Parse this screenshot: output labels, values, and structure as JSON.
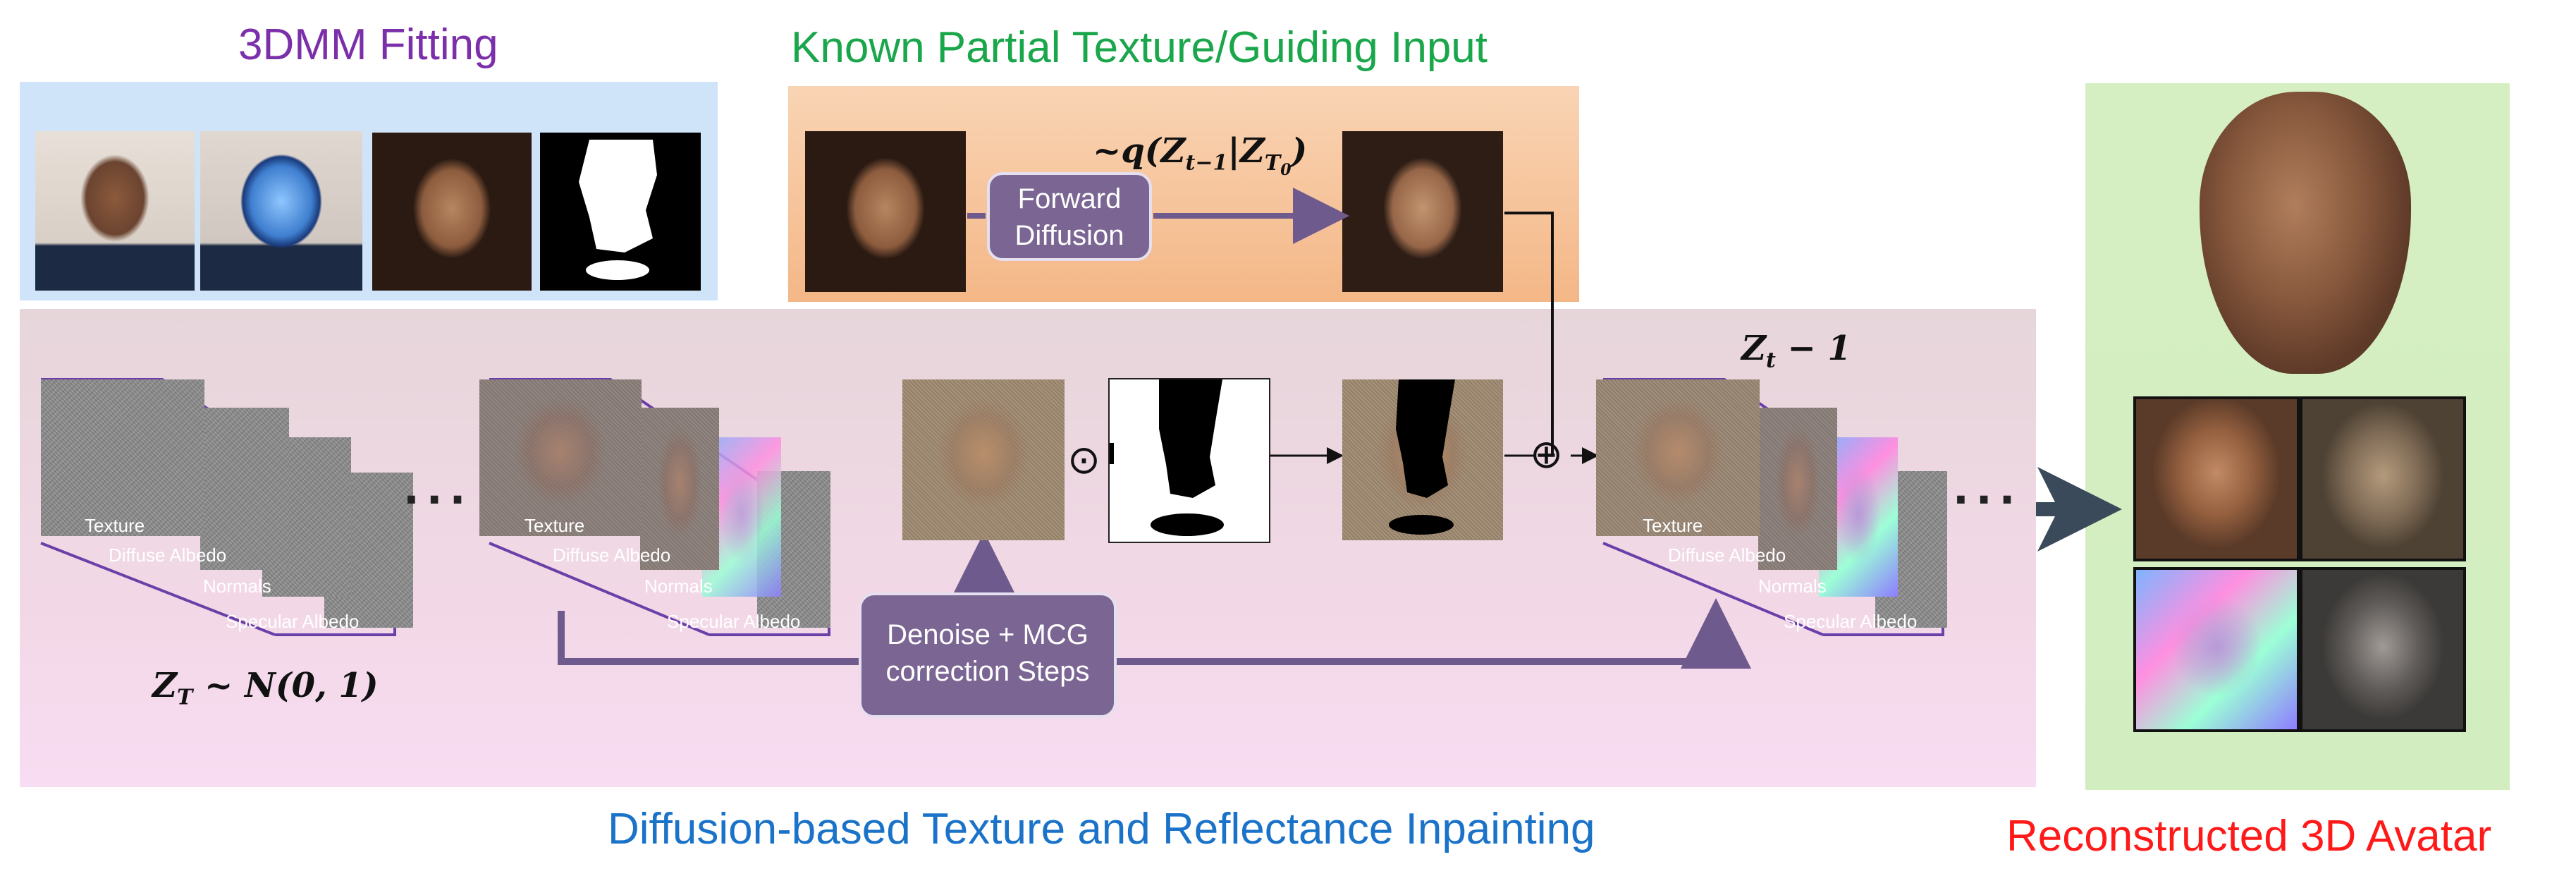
{
  "titles": {
    "fitting": "3DMM Fitting",
    "known": "Known Partial Texture/Guiding Input",
    "inpainting": "Diffusion-based Texture and Reflectance Inpainting",
    "avatar": "Reconstructed 3D Avatar"
  },
  "colors": {
    "fitting_title": "#7b2fa8",
    "known_title": "#1aa64a",
    "inpainting_title": "#1a73c8",
    "avatar_title": "#ff1a1a",
    "fitting_panel": "#cfe4f8",
    "known_panel": "#f7c9a4",
    "main_panel_top": "#e8d8dc",
    "main_panel_bottom": "#f7dcf0",
    "avatar_panel": "#d4efc0",
    "button": "#7a6593",
    "arrow": "#6e5a8c"
  },
  "buttons": {
    "forward_diffusion": [
      "Forward",
      "Diffusion"
    ],
    "denoise": [
      "Denoise + MCG",
      "correction Steps"
    ]
  },
  "math": {
    "q_expr": "~q(Z",
    "q_sub1": "t−1",
    "q_mid": "|Z",
    "q_sub2": "T",
    "q_sub3": "0",
    "q_end": ")",
    "zt1_main": "Z",
    "zt1_sub": "t",
    "zt1_tail": " − 1",
    "zT_main": "Z",
    "zT_sub": "T",
    "zT_tail": " ~ N(0, 1)"
  },
  "stack_labels": {
    "texture": "Texture",
    "diffuse": "Diffuse Albedo",
    "normals": "Normals",
    "specular": "Specular Albedo"
  },
  "symbols": {
    "odot": "⊙",
    "oplus": "⊕",
    "ellipsis": "···"
  }
}
